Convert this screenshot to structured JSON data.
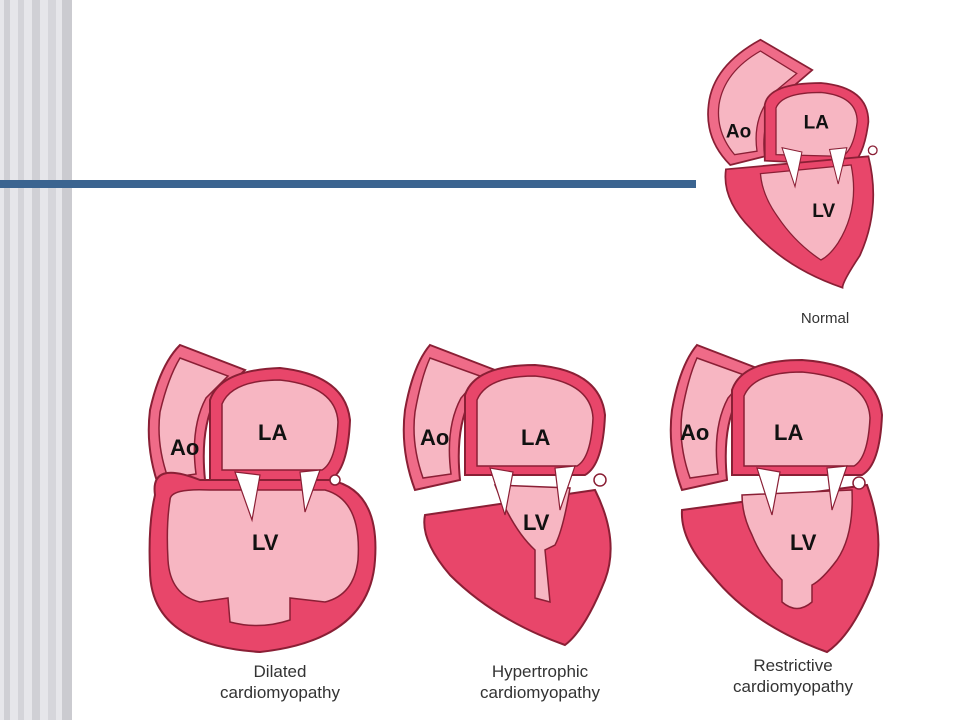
{
  "labels": {
    "aorta": "Ao",
    "left_atrium": "LA",
    "left_ventricle": "LV"
  },
  "panels": {
    "normal": {
      "caption": "Normal"
    },
    "dilated": {
      "caption_line1": "Dilated",
      "caption_line2": "cardiomyopathy"
    },
    "hypertrophic": {
      "caption_line1": "Hypertrophic",
      "caption_line2": "cardiomyopathy"
    },
    "restrictive": {
      "caption_line1": "Restrictive",
      "caption_line2": "cardiomyopathy"
    }
  },
  "colors": {
    "wall": "#e8466a",
    "wall_outline": "#8a1f35",
    "chamber": "#f7b6c2",
    "valve": "#ffffff",
    "accent_bar": "#3b6490",
    "side_stripes": [
      "#c8c8cc",
      "#dcdce0"
    ]
  }
}
